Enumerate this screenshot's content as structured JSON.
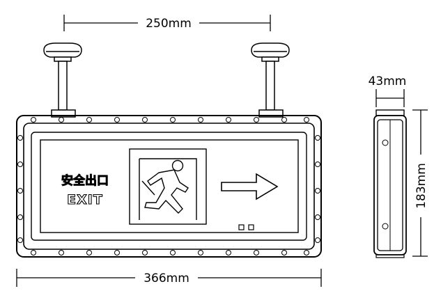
{
  "dimensions": {
    "top_width": "250mm",
    "bottom_width": "366mm",
    "side_depth": "43mm",
    "side_height": "183mm"
  },
  "sign": {
    "chinese_label": "安全出口",
    "english_label": "EXIT"
  },
  "icons": [
    "running-man-icon",
    "right-arrow-icon"
  ],
  "colors": {
    "line": "#000000",
    "background": "#ffffff"
  }
}
